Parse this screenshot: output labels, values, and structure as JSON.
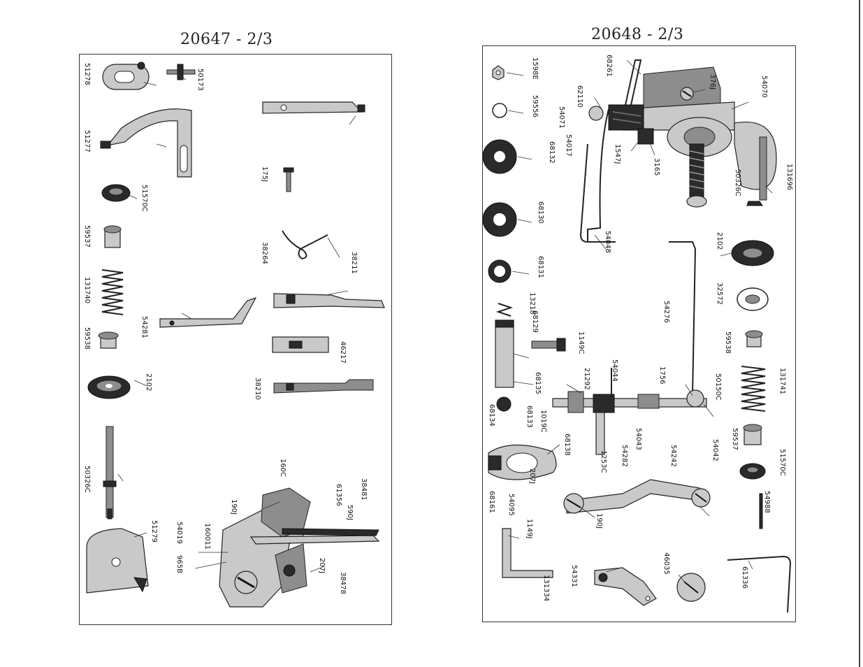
{
  "titles": {
    "left": "20647 - 2/3",
    "right": "20648 - 2/3"
  },
  "left_labels": [
    "51278",
    "50173",
    "51277",
    "51570C",
    "59537",
    "131740",
    "59538",
    "2102",
    "50326C",
    "51279",
    "54281",
    "175J",
    "38264",
    "38211",
    "46217",
    "38210",
    "160C",
    "190J",
    "61356",
    "590J",
    "38481",
    "160011",
    "54019",
    "965B",
    "207J",
    "38478"
  ],
  "right_labels": [
    "1598E",
    "59556",
    "68132",
    "68130",
    "68131",
    "68261",
    "376J",
    "54070",
    "62110",
    "54071",
    "54017",
    "1547J",
    "3165",
    "50326C",
    "131696",
    "54048",
    "2102",
    "32572",
    "59538",
    "131741",
    "59537",
    "51570C",
    "54988",
    "13218",
    "68129",
    "1149C",
    "54276",
    "21292",
    "54044",
    "1756",
    "50150C",
    "68135",
    "68133",
    "68134",
    "1019C",
    "68138",
    "1253C",
    "54043",
    "54042",
    "54282",
    "54242",
    "207J",
    "190J",
    "68161",
    "54095",
    "1149J",
    "131334",
    "54331",
    "46035",
    "61336"
  ]
}
